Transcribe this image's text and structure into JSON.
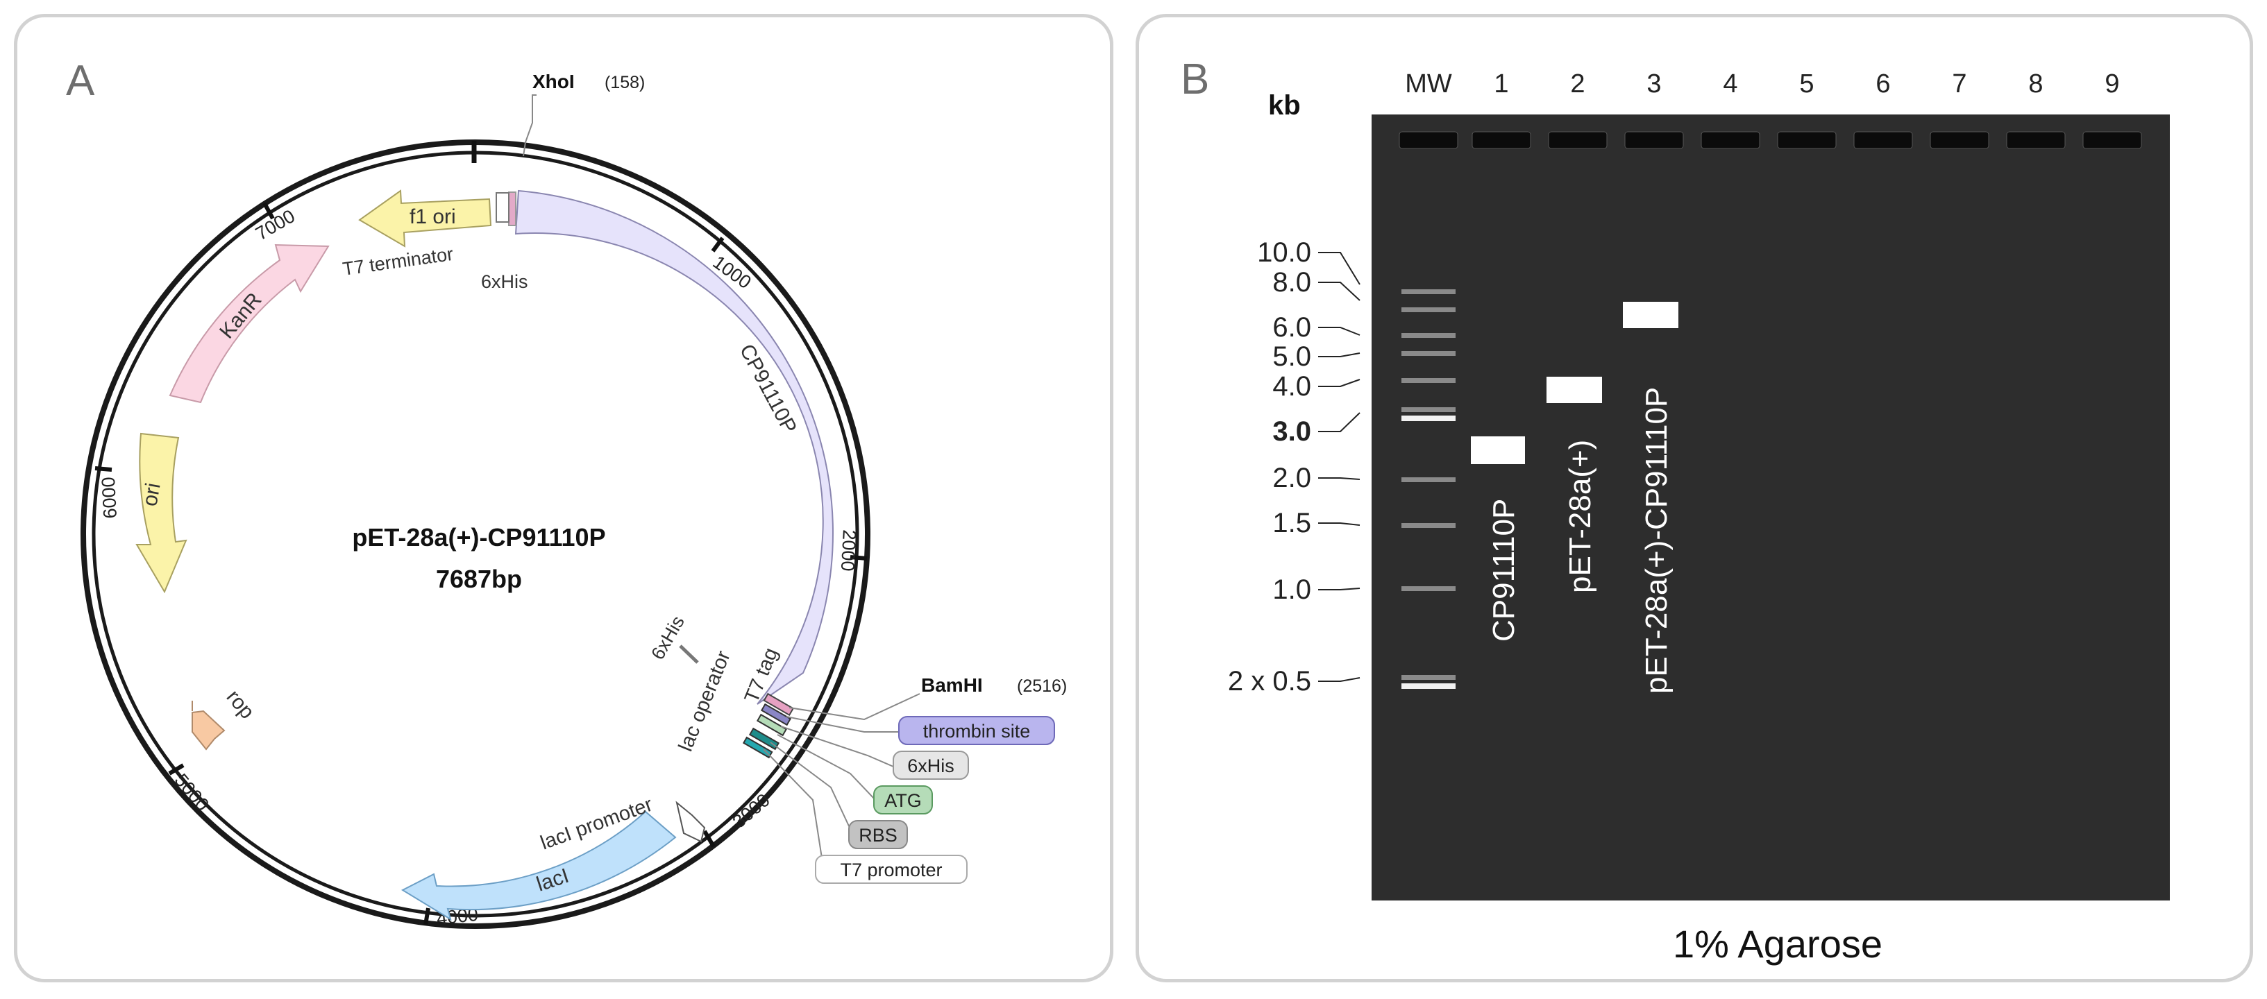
{
  "panel_a": {
    "letter": "A",
    "plasmid_name": "pET-28a(+)-CP91110P",
    "plasmid_size": "7687bp",
    "sites": {
      "xhoi": {
        "name": "XhoI",
        "pos": "(158)"
      },
      "bamhi": {
        "name": "BamHI",
        "pos": "(2516)"
      }
    },
    "ticks": {
      "t1000": "1000",
      "t2000": "2000",
      "t3000": "3000",
      "t4000": "4000",
      "t5000": "5000",
      "t6000": "6000",
      "t7000": "7000"
    },
    "features": {
      "f1ori": "f1 ori",
      "t7term": "T7 terminator",
      "his_top": "6xHis",
      "cp": "CP91110P",
      "kanr": "KanR",
      "ori": "ori",
      "rop": "rop",
      "laci": "lacI",
      "laci_prom": "lacI promoter",
      "lacop": "lac operator",
      "t7tag": "T7 tag",
      "his_mid": "6xHis"
    },
    "callouts": {
      "thrombin": "thrombin site",
      "his": "6xHis",
      "atg": "ATG",
      "rbs": "RBS",
      "t7prom": "T7 promoter"
    },
    "colors": {
      "cp": "#e6e3fb",
      "kanr": "#fbd7e3",
      "ori": "#fbf3a9",
      "f1ori": "#fbf3a9",
      "rop": "#f8c9a3",
      "laci": "#bfe1fb",
      "thrombin": "#b9b5ee",
      "atg": "#b5dcb8",
      "rbs": "#c2c2c2"
    }
  },
  "panel_b": {
    "letter": "B",
    "kb": "kb",
    "lane_labels": [
      "MW",
      "1",
      "2",
      "3",
      "4",
      "5",
      "6",
      "7",
      "8",
      "9"
    ],
    "ladder_labels": [
      "10.0",
      "8.0",
      "6.0",
      "5.0",
      "4.0",
      "3.0",
      "2.0",
      "1.5",
      "1.0",
      "2 x 0.5"
    ],
    "band_labels": {
      "lane1": "CP91110P",
      "lane2": "pET-28a(+)",
      "lane3": "pET-28a(+)-CP91110P"
    },
    "footer": "1% Agarose",
    "gel_color": "#2d2d2d"
  }
}
